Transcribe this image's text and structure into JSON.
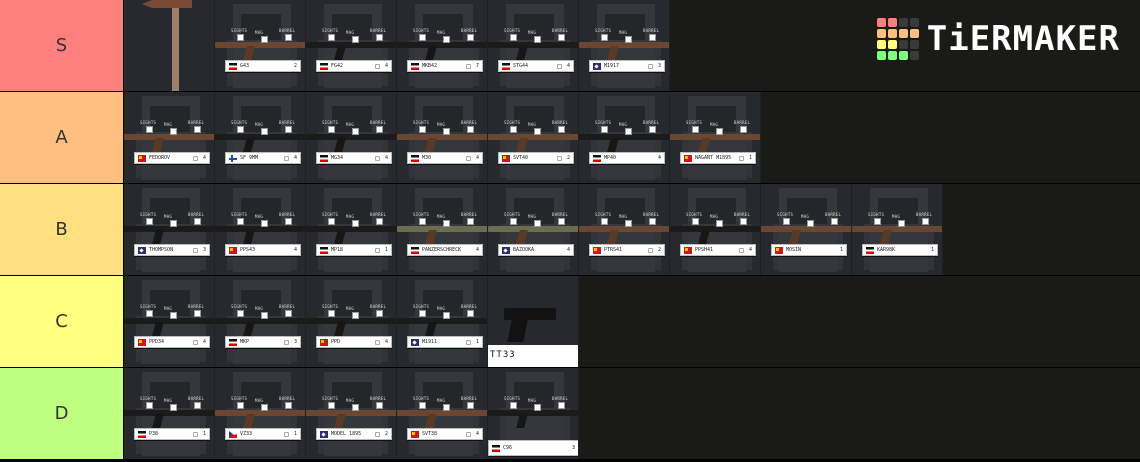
{
  "logo": {
    "text": "TiERMAKER",
    "grid_colors": [
      "#ff7f7f",
      "#ff7f7f",
      "#3a3a3a",
      "#3a3a3a",
      "#ffbf7f",
      "#ffbf7f",
      "#ffbf7f",
      "#ffbf7f",
      "#ffff7f",
      "#ffff7f",
      "#3a3a3a",
      "#3a3a3a",
      "#7fff7f",
      "#7fff7f",
      "#7fff7f",
      "#3a3a3a"
    ]
  },
  "tiers": [
    {
      "label": "S",
      "color": "#ff7f7f",
      "items": [
        {
          "kind": "sign"
        },
        {
          "name": "G43",
          "flag": "de",
          "count": "2",
          "lock": false
        },
        {
          "name": "FG42",
          "flag": "de",
          "count": "4",
          "lock": true
        },
        {
          "name": "MKB42",
          "flag": "de",
          "count": "7",
          "lock": true
        },
        {
          "name": "STG44",
          "flag": "de",
          "count": "4",
          "lock": true
        },
        {
          "name": "M1917",
          "flag": "us",
          "count": "3",
          "lock": true
        }
      ]
    },
    {
      "label": "A",
      "color": "#ffbf7f",
      "items": [
        {
          "name": "FEDOROV",
          "flag": "su",
          "count": "4",
          "lock": true
        },
        {
          "name": "SF 9MM",
          "flag": "fi",
          "count": "4",
          "lock": true
        },
        {
          "name": "MG34",
          "flag": "de",
          "count": "4",
          "lock": true
        },
        {
          "name": "M30",
          "flag": "de",
          "count": "4",
          "lock": true
        },
        {
          "name": "SVT40",
          "flag": "su",
          "count": "2",
          "lock": true
        },
        {
          "name": "MP40",
          "flag": "de",
          "count": "4",
          "lock": false
        },
        {
          "name": "NAGANT M1895",
          "flag": "su",
          "count": "1",
          "lock": true
        }
      ]
    },
    {
      "label": "B",
      "color": "#ffdf7f",
      "items": [
        {
          "name": "THOMPSON",
          "flag": "us",
          "count": "3",
          "lock": true
        },
        {
          "name": "PPS43",
          "flag": "su",
          "count": "4",
          "lock": false
        },
        {
          "name": "MP18",
          "flag": "de",
          "count": "1",
          "lock": true
        },
        {
          "name": "PANZERSCHRECK",
          "flag": "de",
          "count": "4",
          "lock": false
        },
        {
          "name": "BAZOOKA",
          "flag": "us",
          "count": "4",
          "lock": false
        },
        {
          "name": "PTRS41",
          "flag": "su",
          "count": "2",
          "lock": true
        },
        {
          "name": "PPSH41",
          "flag": "su",
          "count": "4",
          "lock": true
        },
        {
          "name": "MOSIN",
          "flag": "su",
          "count": "1",
          "lock": false
        },
        {
          "name": "KAR98K",
          "flag": "de",
          "count": "1",
          "lock": false
        }
      ]
    },
    {
      "label": "C",
      "color": "#ffff7f",
      "items": [
        {
          "name": "PPD34",
          "flag": "su",
          "count": "4",
          "lock": true
        },
        {
          "name": "MKP",
          "flag": "de",
          "count": "3",
          "lock": true
        },
        {
          "name": "PPD",
          "flag": "su",
          "count": "4",
          "lock": true
        },
        {
          "name": "M1911",
          "flag": "us",
          "count": "1",
          "lock": true
        },
        {
          "kind": "tt33",
          "name": "TT33"
        }
      ]
    },
    {
      "label": "D",
      "color": "#bfff7f",
      "items": [
        {
          "name": "P38",
          "flag": "de",
          "count": "1",
          "lock": true
        },
        {
          "name": "VZ33",
          "flag": "cz",
          "count": "1",
          "lock": true
        },
        {
          "name": "MODEL 1895",
          "flag": "us",
          "count": "2",
          "lock": true
        },
        {
          "name": "SVT38",
          "flag": "su",
          "count": "4",
          "lock": true
        },
        {
          "name": "C96",
          "flag": "de",
          "count": "3",
          "lock": false,
          "big": true
        }
      ]
    }
  ]
}
